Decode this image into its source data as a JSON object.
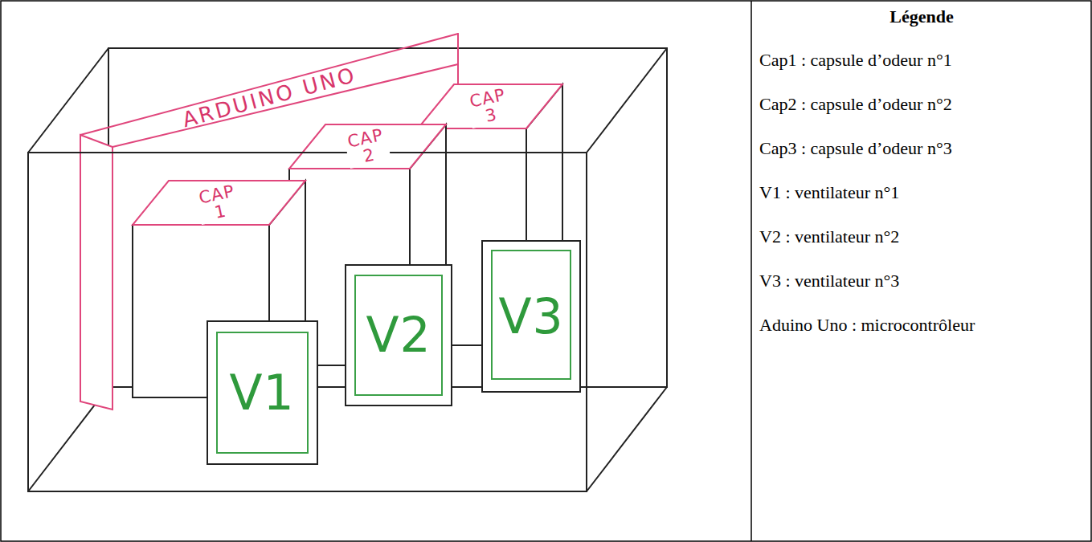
{
  "diagram": {
    "nodes": [
      {
        "text": [
          "ARDUINO UNO"
        ]
      },
      {
        "text": [
          "CAP 1"
        ]
      },
      {
        "text": [
          "CAP 2"
        ]
      },
      {
        "text": [
          "CAP 3"
        ]
      },
      {
        "text": [
          "V1"
        ]
      },
      {
        "text": [
          "V2"
        ]
      },
      {
        "text": [
          "V3"
        ]
      }
    ],
    "edges": [],
    "labels": [
      "Légende"
    ],
    "legend": [
      {
        "text": "Cap1 : capsule d’odeur n°1"
      },
      {
        "text": "Cap2 : capsule d’odeur n°2"
      },
      {
        "text": "Cap3 : capsule d’odeur n°3"
      },
      {
        "text": "V1 : ventilateur n°1"
      },
      {
        "text": "V2 : ventilateur n°2"
      },
      {
        "text": "V3 : ventilateur n°3"
      },
      {
        "text": "Aduino Uno : microcontrôleur"
      }
    ]
  }
}
